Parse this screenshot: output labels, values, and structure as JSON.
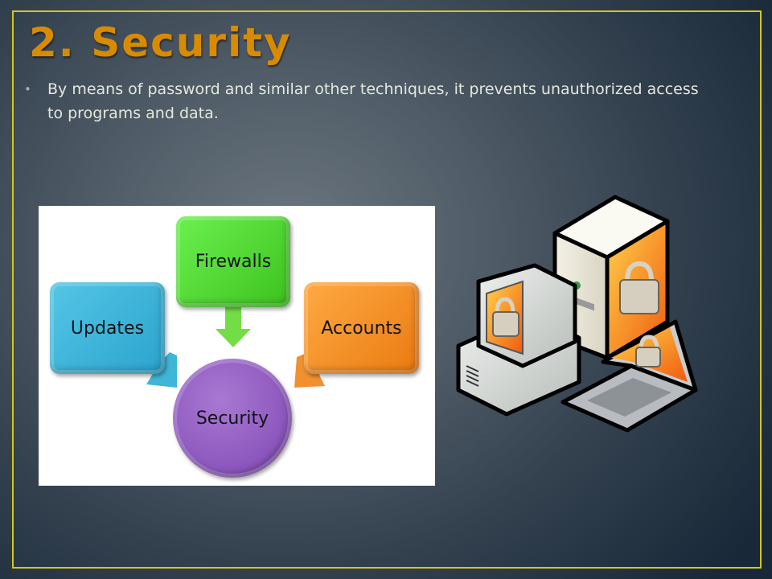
{
  "slide": {
    "title": "2. Security",
    "bullets": [
      "By means of password and similar other techniques, it prevents unauthorized access to programs and data."
    ],
    "bullet_glyph": "•",
    "colors": {
      "title": "#d98b00",
      "frame_border": "#d6c51a",
      "body_text": "#e4e8dc",
      "background_center": "#6b7680",
      "background_edge": "#182838"
    }
  },
  "diagram": {
    "center": {
      "label": "Security",
      "color": "#8a55bc"
    },
    "nodes": [
      {
        "label": "Updates",
        "color": "#2aa3cd"
      },
      {
        "label": "Firewalls",
        "color": "#3cc21e"
      },
      {
        "label": "Accounts",
        "color": "#ea7a10"
      }
    ]
  },
  "illustration": {
    "description": "Desktop computer, server tower and laptop, each showing a padlock",
    "icons": [
      "desktop-lock-icon",
      "server-lock-icon",
      "laptop-lock-icon"
    ]
  }
}
